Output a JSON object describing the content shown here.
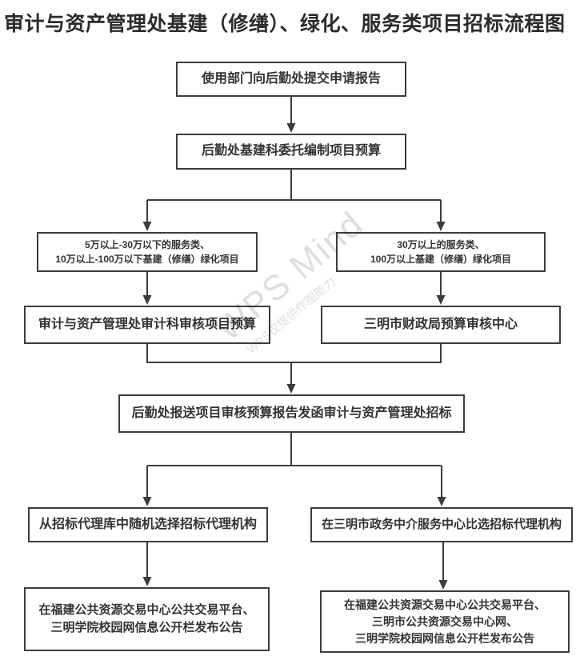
{
  "title": "审计与资产管理处基建（修缮）、绿化、服务类项目招标流程图",
  "watermark": {
    "main": "WPS Mind",
    "sub": "WPS仅提供作图能力"
  },
  "flowchart": {
    "nodes": [
      {
        "id": "start",
        "label": "使用部门向后勤处提交申请报告"
      },
      {
        "id": "budget",
        "label": "后勤处基建科委托编制项目预算"
      },
      {
        "id": "cond_left",
        "label": "5万以上-30万以下的服务类、\n10万以上-100万以下基建（修缮）绿化项目"
      },
      {
        "id": "cond_right",
        "label": "30万以上的服务类、\n100万以上基建（修缮）绿化项目"
      },
      {
        "id": "review_left",
        "label": "审计与资产管理处审计科审核项目预算"
      },
      {
        "id": "review_right",
        "label": "三明市财政局预算审核中心"
      },
      {
        "id": "send",
        "label": "后勤处报送项目审核预算报告发函审计与资产管理处招标"
      },
      {
        "id": "agency_left",
        "label": "从招标代理库中随机选择招标代理机构"
      },
      {
        "id": "agency_right",
        "label": "在三明市政务中介服务中心比选招标代理机构"
      },
      {
        "id": "announce_left",
        "label": "在福建公共资源交易中心公共交易平台、\n三明学院校园网信息公开栏发布公告"
      },
      {
        "id": "announce_right",
        "label": "在福建公共资源交易中心公共交易平台、\n三明市公共资源交易中心网、\n三明学院校园网信息公开栏发布公告"
      }
    ]
  },
  "colors": {
    "background": "#ffffff",
    "box_border": "#3d3d3d",
    "line": "#3d3d3d",
    "text": "#333333",
    "title_text": "#2b2b2b",
    "watermark": "rgba(0,0,0,0.13)"
  }
}
